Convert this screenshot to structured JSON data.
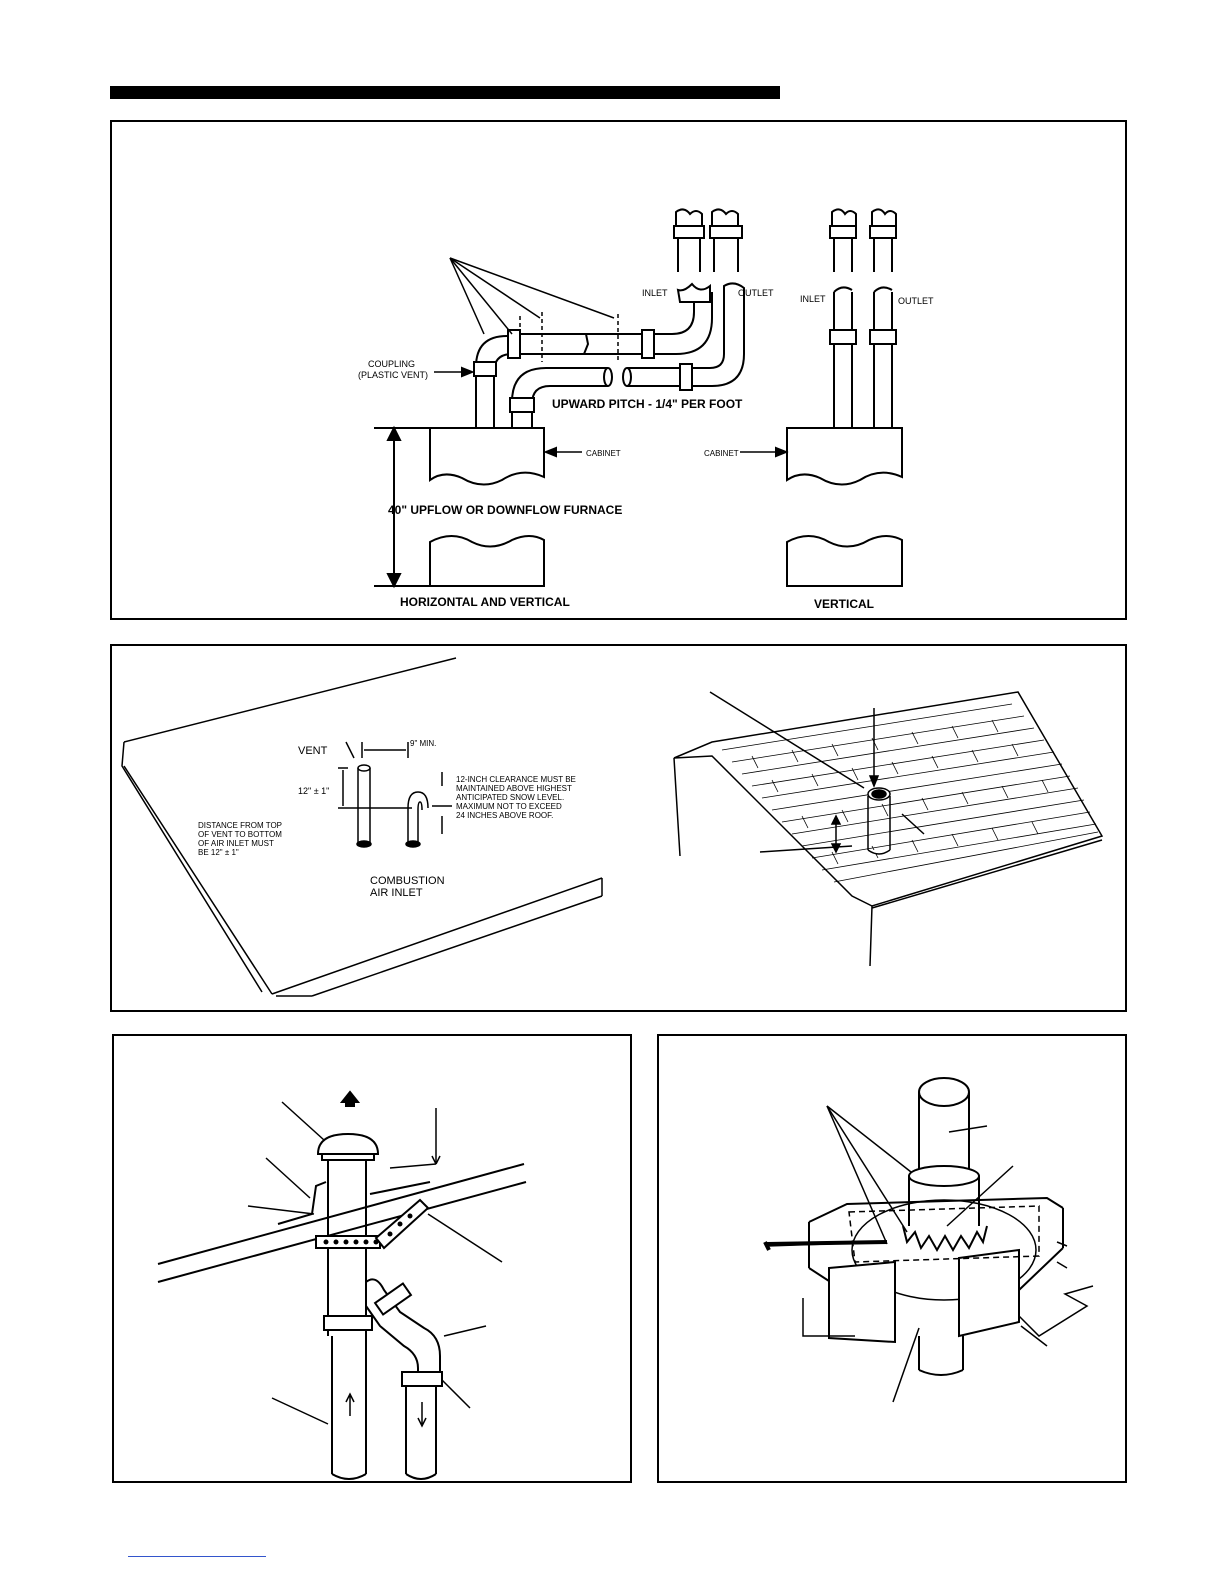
{
  "figure1": {
    "coupling_label_line1": "COUPLING",
    "coupling_label_line2": "(PLASTIC VENT)",
    "inlet_left": "INLET",
    "outlet_left": "OUTLET",
    "inlet_right": "INLET",
    "outlet_right": "OUTLET",
    "pitch_label": "UPWARD PITCH - 1/4\" PER FOOT",
    "cabinet_left": "CABINET",
    "cabinet_right": "CABINET",
    "furnace_label": "40\" UPFLOW OR DOWNFLOW FURNACE",
    "caption_left": "HORIZONTAL AND VERTICAL",
    "caption_right": "VERTICAL"
  },
  "figure2": {
    "vent_label": "VENT",
    "min_label": "9\" MIN.",
    "height_label": "12\" ± 1\"",
    "clearance_lines": [
      "12-INCH CLEARANCE MUST BE",
      "MAINTAINED ABOVE HIGHEST",
      "ANTICIPATED SNOW LEVEL.",
      "MAXIMUM NOT TO EXCEED",
      "24 INCHES ABOVE ROOF."
    ],
    "distance_lines": [
      "DISTANCE FROM TOP",
      "OF VENT TO BOTTOM",
      "OF AIR INLET MUST",
      "BE 12\" ± 1\""
    ],
    "combustion_line1": "COMBUSTION",
    "combustion_line2": "AIR INLET"
  }
}
